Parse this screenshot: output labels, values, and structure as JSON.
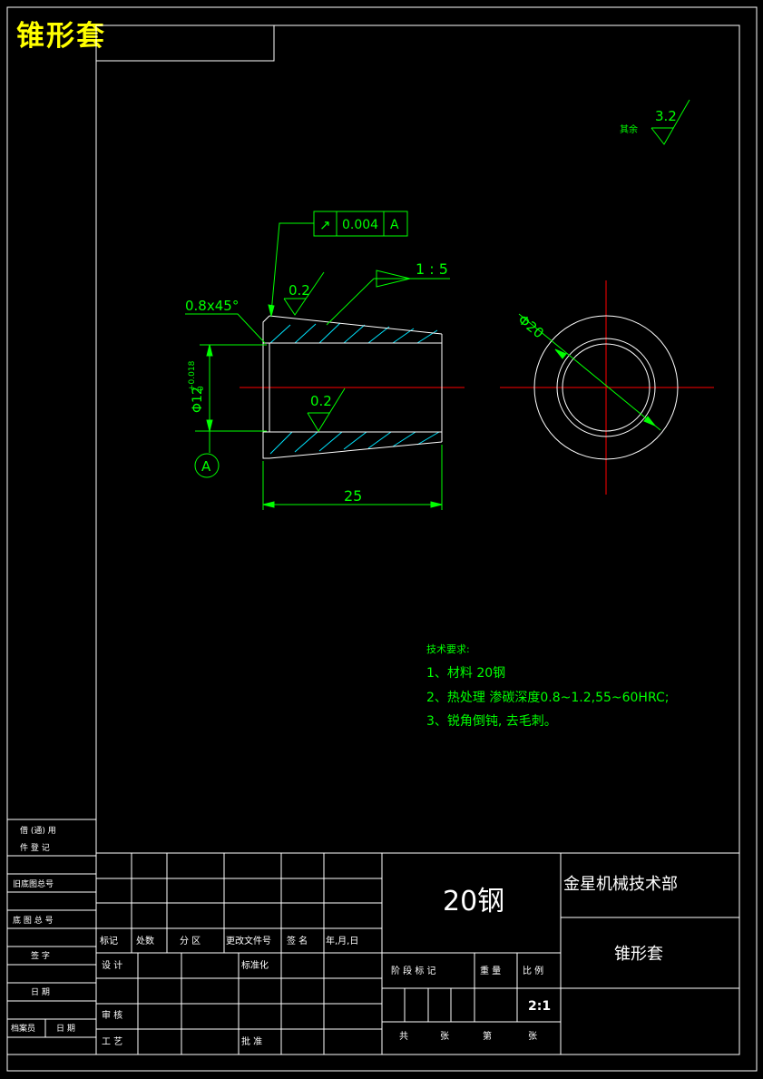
{
  "drawing": {
    "title": "锥形套",
    "roughness_note": {
      "label": "其余",
      "value": "3.2"
    },
    "tolerance_frame": {
      "symbol": "↗",
      "value": "0.004",
      "datum": "A"
    },
    "dimensions": {
      "chamfer": "0.8x45°",
      "taper": "1 : 5",
      "surface_top": "0.2",
      "surface_bore": "0.2",
      "bore_diameter": "Φ12",
      "bore_tol_upper": "+0.018",
      "bore_tol_lower": "0",
      "length": "25",
      "side_diameter": "Φ20"
    },
    "datum_label": "A",
    "tech_requirements": {
      "heading": "技术要求:",
      "items": [
        "1、材料 20钢",
        "2、热处理 渗碳深度0.8~1.2,55~60HRC;",
        "3、锐角倒钝, 去毛刺。"
      ]
    }
  },
  "title_block": {
    "material": "20钢",
    "company": "金星机械技术部",
    "part_name": "锥形套",
    "scale": "2:1",
    "labels": {
      "mark": "标记",
      "count": "处数",
      "zone": "分 区",
      "change_doc": "更改文件号",
      "signature": "签 名",
      "date": "年,月,日",
      "design": "设 计",
      "standardize": "标准化",
      "stage_mark": "阶 段 标 记",
      "weight": "重 量",
      "scale": "比 例",
      "review": "审 核",
      "process": "工 艺",
      "approve": "批 准",
      "sheets": "共",
      "sheet_of": "张",
      "sheet_no": "第",
      "sheet_end": "张"
    }
  },
  "side_strip": {
    "labels": [
      "借 (通) 用",
      "件 登 记",
      "旧底图总号",
      "底 图 总 号",
      "签 字",
      "日 期",
      "档案员",
      "日 期"
    ]
  }
}
